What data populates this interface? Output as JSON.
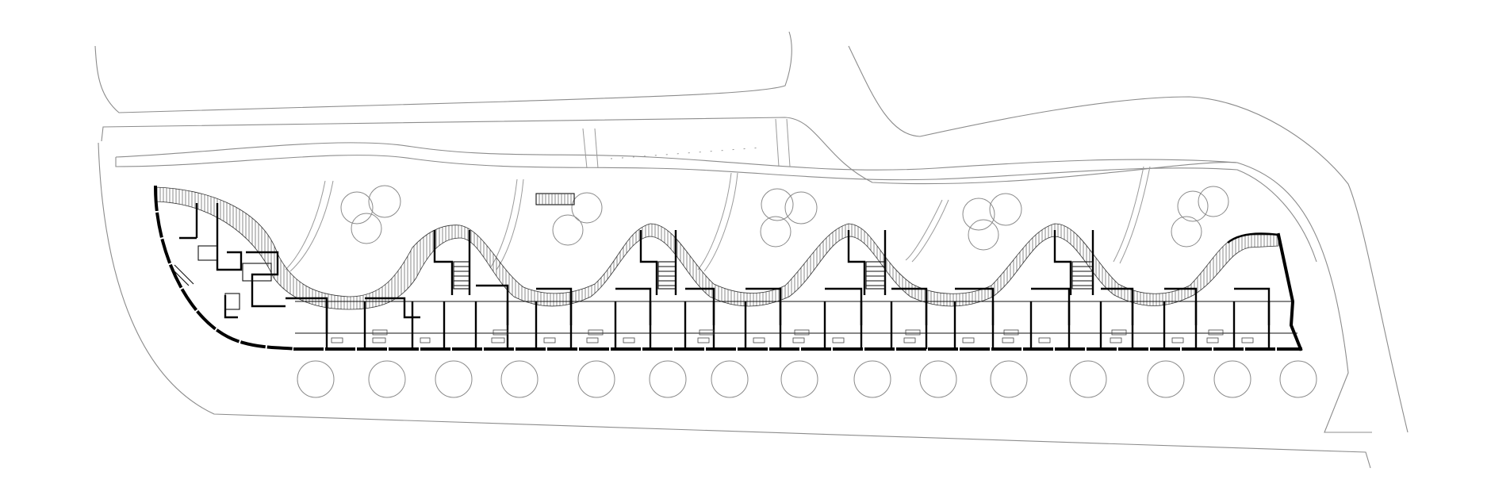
{
  "drawing": {
    "type": "architectural-site-plan",
    "units_along_building": 12,
    "courtyard_bays": 5,
    "street_trees": 15,
    "courtyard_trees": 14
  },
  "colors": {
    "background": "#ffffff",
    "wall": "#000000",
    "site_lines": "#8c8c8c"
  }
}
